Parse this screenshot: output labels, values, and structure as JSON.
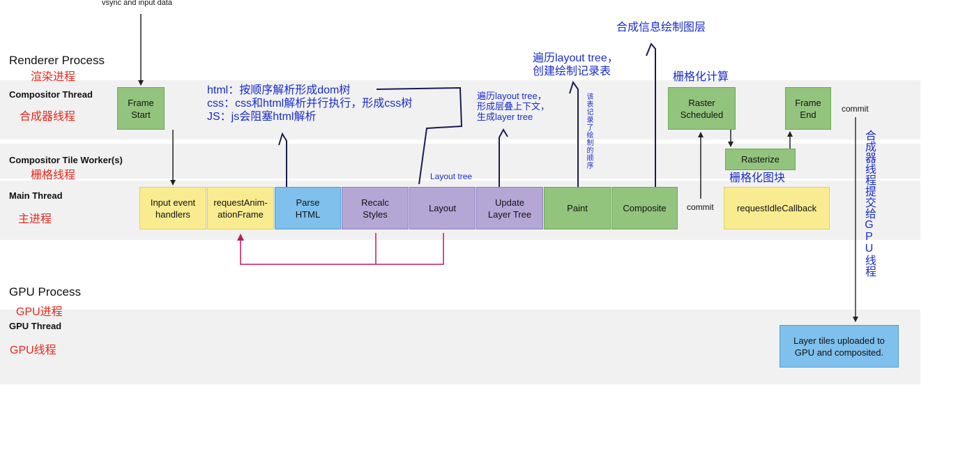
{
  "top_label": "vsync and input data",
  "processes": {
    "renderer": {
      "title": "Renderer Process",
      "cn": "渲染进程"
    },
    "gpu": {
      "title": "GPU Process",
      "cn": "GPU进程"
    }
  },
  "threads": {
    "compositor": {
      "title": "Compositor Thread",
      "cn": "合成器线程"
    },
    "tile_worker": {
      "title": "Compositor Tile Worker(s)",
      "cn": "栅格线程"
    },
    "main": {
      "title": "Main Thread",
      "cn": "主进程"
    },
    "gpu": {
      "title": "GPU Thread",
      "cn": "GPU线程"
    }
  },
  "boxes": {
    "frame_start": "Frame\nStart",
    "raster_scheduled": "Raster\nScheduled",
    "frame_end": "Frame\nEnd",
    "rasterize": "Rasterize",
    "input_handlers": "Input event\nhandlers",
    "raf": "requestAnim-\nationFrame",
    "parse_html": "Parse\nHTML",
    "recalc_styles": "Recalc\nStyles",
    "layout": "Layout",
    "update_layer_tree": "Update\nLayer Tree",
    "paint": "Paint",
    "composite": "Composite",
    "idle_callback": "requestIdleCallback",
    "gpu_tiles": "Layer tiles uploaded to\nGPU and composited."
  },
  "labels": {
    "commit_top": "commit",
    "commit_main": "commit",
    "layout_tree": "Layout tree"
  },
  "notes": {
    "parse": "html：按顺序解析形成dom树\ncss：css和html解析并行执行，形成css树\nJS：js会阻塞html解析",
    "layer": "遍历layout tree，\n形成层叠上下文，\n生成layer tree",
    "paint_record": "遍历layout tree，\n创建绘制记录表",
    "paint_vertical": "该表记录了绘制的顺序",
    "composite_info": "合成信息绘制图层",
    "raster_calc": "栅格化计算",
    "raster_tile": "栅格化图块",
    "commit_gpu": "合成器线程提交给GPU线程"
  },
  "colors": {
    "green": "#93c47d",
    "yellow": "#f9ec90",
    "blue": "#7fc0ec",
    "purple": "#b4a7d6",
    "annotation_blue": "#1a2ccc",
    "annotation_red": "#e8281e",
    "loop_arrow": "#c2185b"
  }
}
